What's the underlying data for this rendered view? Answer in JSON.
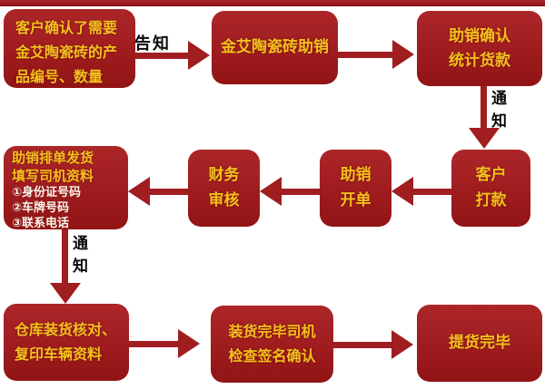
{
  "palette": {
    "box_red": "#9f1c1e",
    "box_red_light": "#ac2628",
    "box_red_dark": "#911415",
    "arrow_red": "#a01d20",
    "text_yellow": "#f2c11e",
    "text_white": "#fdf6ec",
    "label_black": "#0a0a0a",
    "background": "#ffffff"
  },
  "nodes": [
    {
      "name": "customer-confirm",
      "lines": [
        "客户确认了需要",
        "金艾陶瓷砖的产",
        "品编号、数量"
      ]
    },
    {
      "name": "jinaitao-sales",
      "lines": [
        "金艾陶瓷砖助销"
      ]
    },
    {
      "name": "sales-confirm-payment",
      "lines": [
        "助销确认",
        "统计货款"
      ]
    },
    {
      "name": "customer-pay",
      "lines": [
        "客户",
        "打款"
      ]
    },
    {
      "name": "sales-create-order",
      "lines": [
        "助销",
        "开单"
      ]
    },
    {
      "name": "finance-review",
      "lines": [
        "财务",
        "审核"
      ]
    },
    {
      "name": "schedule-shipping",
      "lines": [
        "助销排单发货",
        "填写司机资料"
      ],
      "sublines": [
        "①身份证号码",
        "②车牌号码",
        "③联系电话"
      ]
    },
    {
      "name": "warehouse-check",
      "lines": [
        "仓库装货核对、",
        "复印车辆资料"
      ]
    },
    {
      "name": "loading-sign",
      "lines": [
        "装货完毕司机",
        "检查签名确认"
      ]
    },
    {
      "name": "pickup-complete",
      "lines": [
        "提货完毕"
      ]
    }
  ],
  "labels": {
    "inform": "告知",
    "notify_right": "通知",
    "notify_left": "通知"
  }
}
